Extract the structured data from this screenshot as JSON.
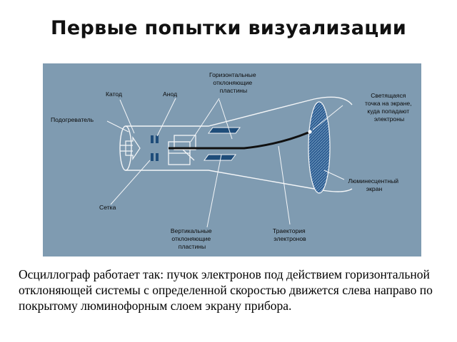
{
  "title": "Первые попытки визуализации",
  "diagram": {
    "labels": {
      "cathode": "Катод",
      "anode": "Анод",
      "horizontal_plates": [
        "Горизонтальные",
        "отклоняющие",
        "пластины"
      ],
      "heater": "Подогреватель",
      "glowing_spot": [
        "Светящаяся",
        "точка на экране,",
        "куда попадают",
        "электроны"
      ],
      "screen": [
        "Люминесцентный",
        "экран"
      ],
      "grid": "Сетка",
      "vertical_plates": [
        "Вертикальные",
        "отклоняющие",
        "пластины"
      ],
      "trajectory": [
        "Траектория",
        "электронов"
      ]
    },
    "colors": {
      "background": "#7f9bb1",
      "tube": "#f4f6f8",
      "screen": "#2d5d92",
      "plates": "#1f4d7a",
      "beam": "#101010"
    }
  },
  "caption": " Осциллограф работает так: пучок электронов под действием горизонтальной отклоняющей системы с определенной скоростью движется слева направо по покрытому люминофорным слоем экрану прибора."
}
